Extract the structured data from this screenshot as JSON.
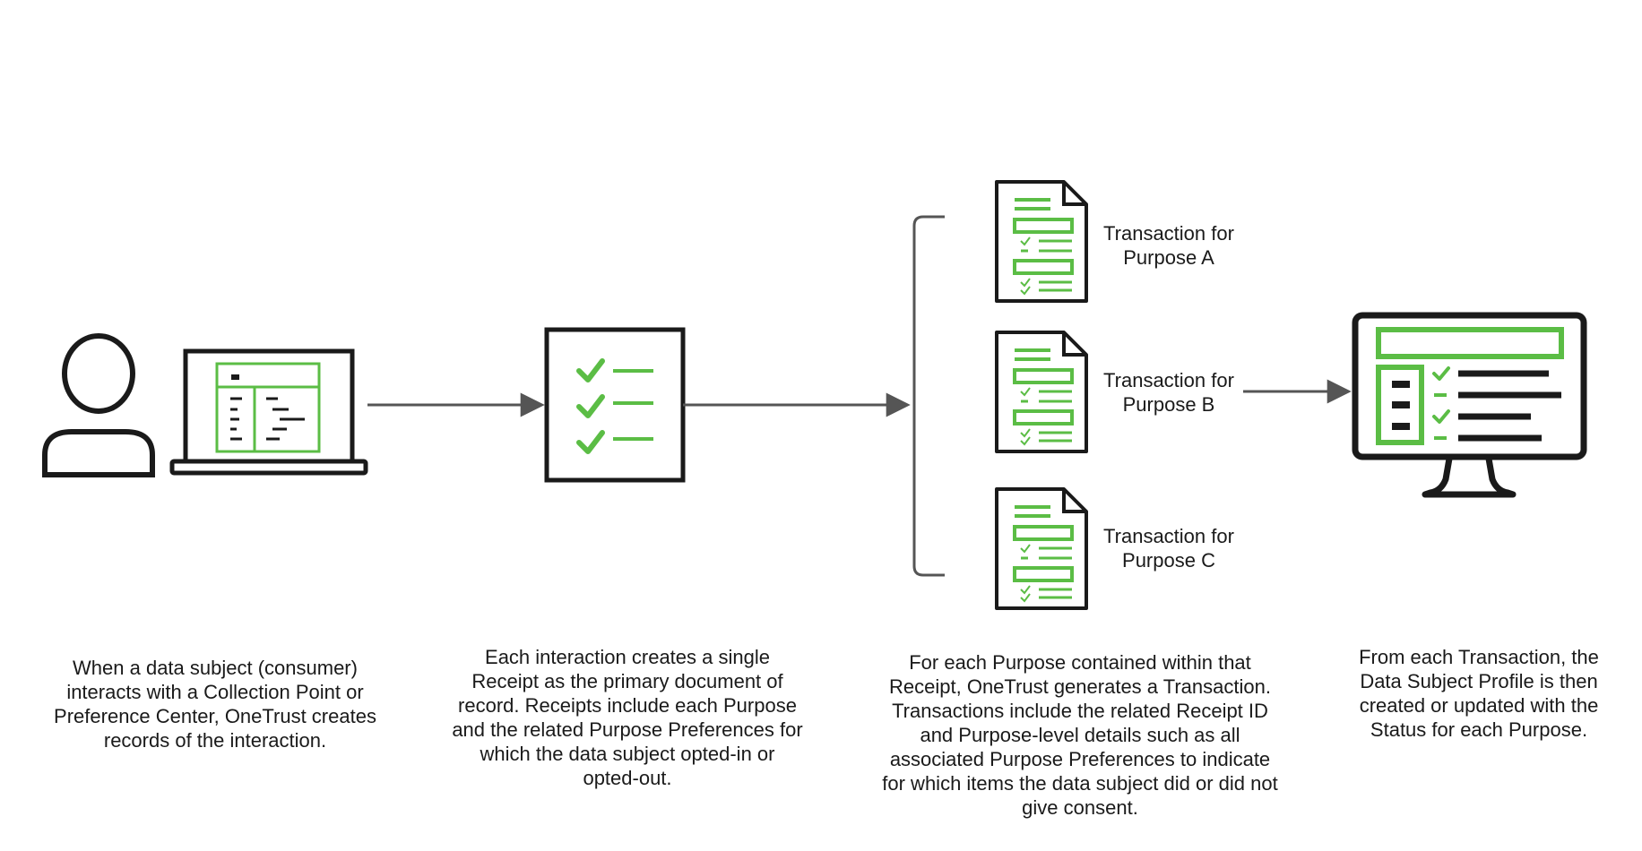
{
  "colors": {
    "stroke": "#1a1a1a",
    "accent": "#5bbd45",
    "connector": "#555555"
  },
  "icons": {
    "person": "person-icon",
    "laptop": "laptop-icon",
    "receipt": "receipt-checklist-icon",
    "transaction": "document-icon",
    "profile": "monitor-profile-icon"
  },
  "steps": {
    "interaction": "When a data subject (consumer)\ninteracts with a Collection Point or\nPreference Center, OneTrust creates\nrecords of the interaction.",
    "receipt": "Each interaction creates a single\nReceipt as the primary document of\nrecord. Receipts include each Purpose\nand the related Purpose Preferences for\nwhich the data subject opted-in or\nopted-out.",
    "transactions": "For each Purpose contained within that\nReceipt, OneTrust generates a Transaction.\nTransactions include the related Receipt ID\nand Purpose-level details such as all\nassociated Purpose Preferences to indicate\nfor which items the data subject did or did not\ngive consent.",
    "profile": "From each Transaction, the\nData Subject Profile is then\ncreated or updated with the\nStatus for each Purpose."
  },
  "transactions": [
    {
      "line1": "Transaction for",
      "line2": "Purpose A"
    },
    {
      "line1": "Transaction for",
      "line2": "Purpose B"
    },
    {
      "line1": "Transaction for",
      "line2": "Purpose C"
    }
  ]
}
